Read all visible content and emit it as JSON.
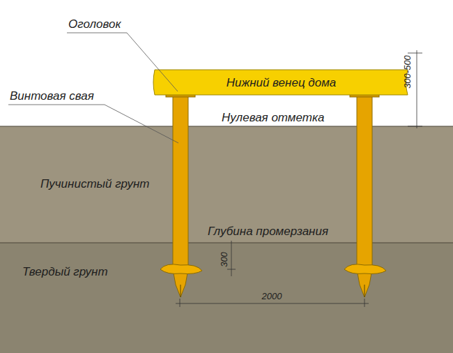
{
  "diagram": {
    "nodes": [
      {
        "text": [
          "Нижний венец дома"
        ]
      },
      {
        "text": [
          "Пучинистый грунт"
        ]
      },
      {
        "text": [
          "Твердый грунт"
        ]
      }
    ],
    "labels": [
      "Оголовок",
      "Винтовая свая",
      "Нулевая отметка",
      "Глубина промерзания",
      "300-500",
      "300",
      "2000"
    ]
  }
}
